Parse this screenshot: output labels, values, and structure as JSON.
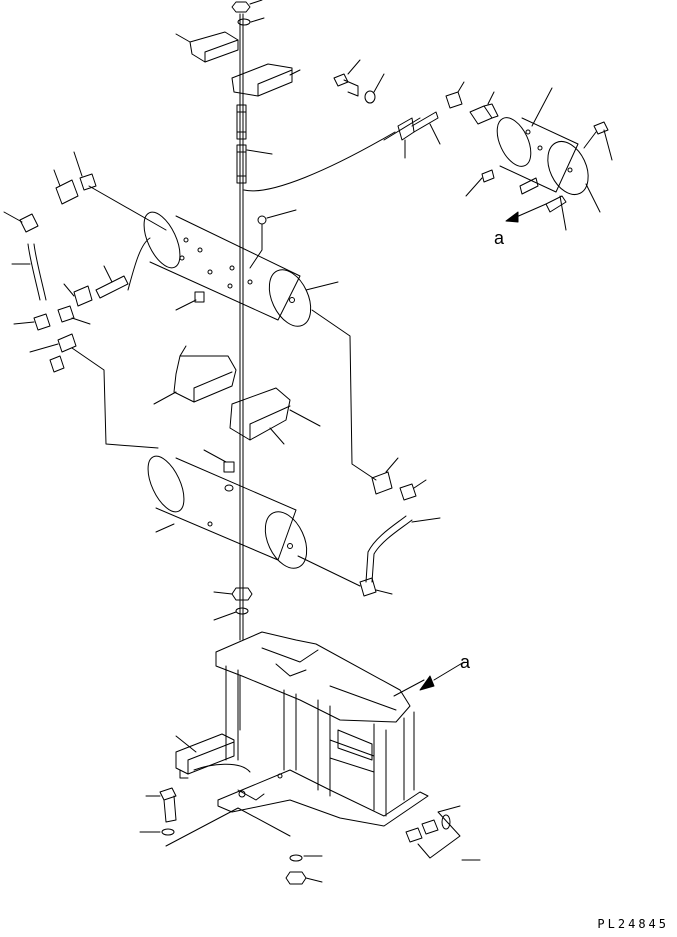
{
  "diagram": {
    "ref_label_top": "a",
    "ref_label_bottom": "a",
    "drawing_code": "PL24845"
  }
}
